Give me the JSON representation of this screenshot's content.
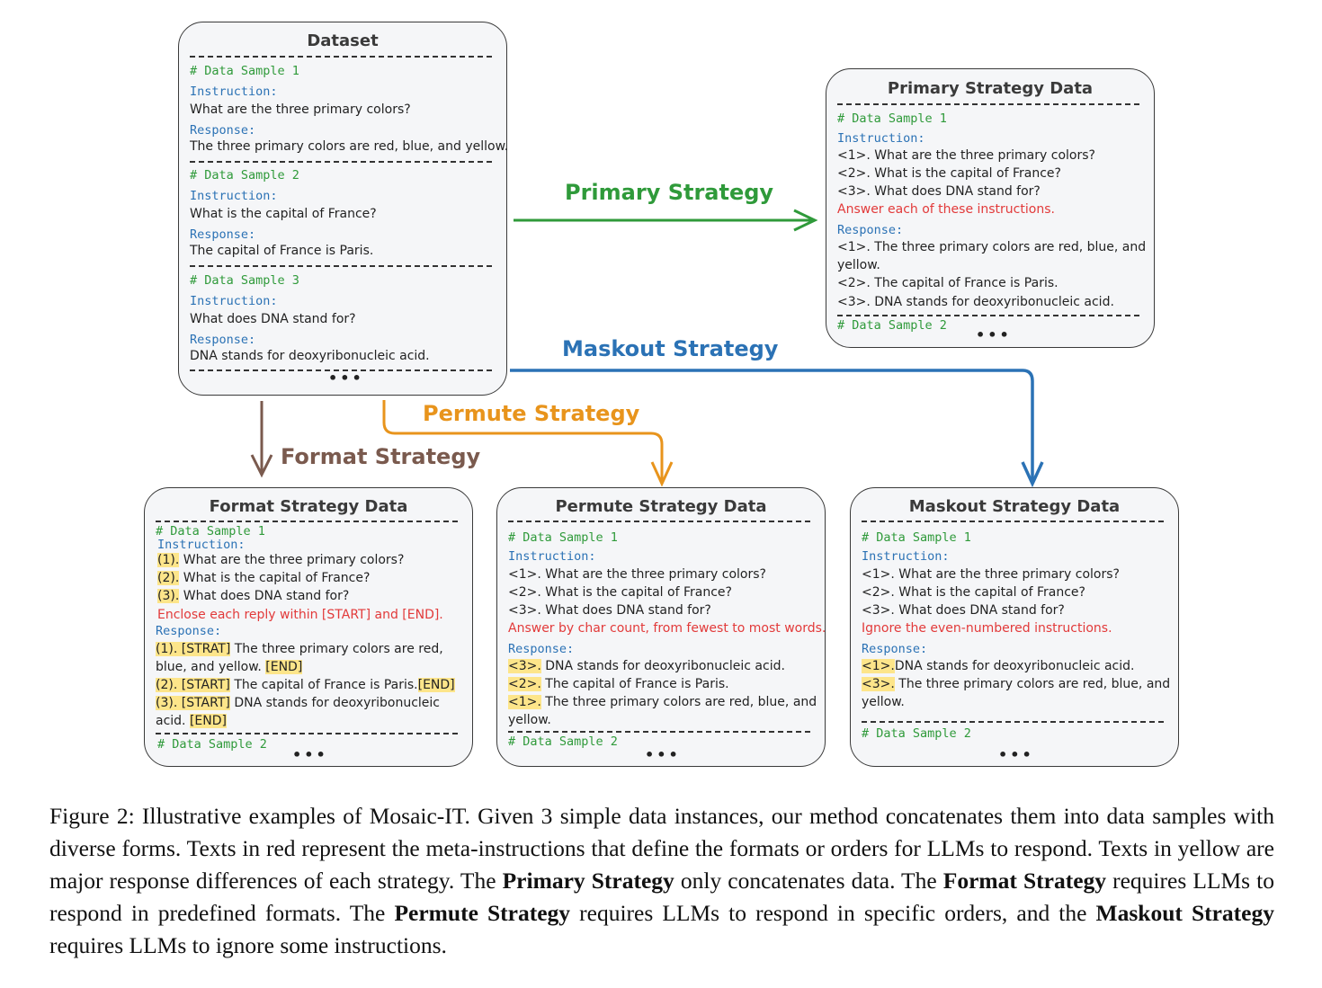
{
  "dataset": {
    "title": "Dataset",
    "samples": [
      {
        "tag": "# Data Sample 1",
        "instr_label": "Instruction:",
        "instr": "What are the three primary colors?",
        "resp_label": "Response:",
        "resp": "The three primary colors are red, blue, and yellow."
      },
      {
        "tag": "# Data Sample 2",
        "instr_label": "Instruction:",
        "instr": "What is the capital of France?",
        "resp_label": "Response:",
        "resp": "The capital of France is Paris."
      },
      {
        "tag": "# Data Sample 3",
        "instr_label": "Instruction:",
        "instr": "What does DNA stand for?",
        "resp_label": "Response:",
        "resp": "DNA stands for deoxyribonucleic acid."
      }
    ],
    "ellipsis": "•••"
  },
  "primary": {
    "title": "Primary Strategy Data",
    "tag1": "# Data Sample 1",
    "instr_label": "Instruction:",
    "instr": [
      "<1>. What are the three primary colors?",
      "<2>. What is the capital of France?",
      "<3>. What does DNA stand for?"
    ],
    "meta": "Answer each of these instructions.",
    "resp_label": "Response:",
    "resp": [
      "<1>. The three primary colors are red, blue, and",
      "yellow.",
      "<2>. The capital of France is Paris.",
      "<3>. DNA stands for deoxyribonucleic acid."
    ],
    "tag2": "# Data Sample 2",
    "ellipsis": "•••"
  },
  "format": {
    "title": "Format Strategy Data",
    "tag1": "# Data Sample 1",
    "instr_label": "Instruction:",
    "instr_prefix": [
      "(1).",
      "(2).",
      "(3)."
    ],
    "instr": [
      "What are the three primary colors?",
      "What is the capital of France?",
      "What does DNA stand for?"
    ],
    "meta": "Enclose each reply within [START] and [END].",
    "resp_label": "Response:",
    "r1_prefix": "(1). [STRAT]",
    "r1_text": "The three primary colors are red,",
    "r1b_text": "blue, and yellow.",
    "r1_end": "[END]",
    "r2_prefix": "(2). [START]",
    "r2_text": "The capital of France is Paris.",
    "r2_end": "[END]",
    "r3_prefix": "(3). [START]",
    "r3_text": "DNA stands for deoxyribonucleic",
    "r3b_text": "acid.",
    "r3_end": "[END]",
    "tag2": "# Data Sample 2",
    "ellipsis": "•••"
  },
  "permute": {
    "title": "Permute Strategy Data",
    "tag1": "# Data Sample 1",
    "instr_label": "Instruction:",
    "instr": [
      "<1>. What are the three primary colors?",
      "<2>. What is the capital of France?",
      "<3>. What does DNA stand for?"
    ],
    "meta": "Answer by char count, from fewest to most words.",
    "resp_label": "Response:",
    "resp_prefix": [
      "<3>.",
      "<2>.",
      "<1>."
    ],
    "resp": [
      "DNA stands for deoxyribonucleic acid.",
      "The capital of France is Paris.",
      "The three primary colors are red, blue, and"
    ],
    "resp_cont": "yellow.",
    "tag2": "# Data Sample 2",
    "ellipsis": "•••"
  },
  "maskout": {
    "title": "Maskout Strategy Data",
    "tag1": "# Data Sample 1",
    "instr_label": "Instruction:",
    "instr": [
      "<1>. What are the three primary colors?",
      "<2>. What is the capital of France?",
      "<3>. What does DNA stand for?"
    ],
    "meta": "Ignore the even-numbered instructions.",
    "resp_label": "Response:",
    "resp_prefix": [
      "<1>.",
      "<3>."
    ],
    "resp": [
      "DNA stands for deoxyribonucleic acid.",
      "The three primary colors are red, blue, and"
    ],
    "resp_cont": "yellow.",
    "tag2": "# Data Sample 2",
    "ellipsis": "•••"
  },
  "arrows": {
    "primary": "Primary Strategy",
    "maskout": "Maskout Strategy",
    "permute": "Permute Strategy",
    "format": "Format Strategy"
  },
  "colors": {
    "primary": "#2f9a3a",
    "maskout": "#2b72b5",
    "permute": "#e8941c",
    "format": "#7a5a4e",
    "meta": "#e23a3a",
    "highlight": "#fde58a"
  },
  "caption": {
    "p1": "Figure 2: Illustrative examples of Mosaic-IT. Given 3 simple data instances, our method concatenates them into data samples with diverse forms. Texts in red represent the meta-instructions that define the formats or orders for LLMs to respond. Texts in yellow are major response differences of each strategy. The ",
    "b1": "Primary Strategy",
    "p2": " only concatenates data. The ",
    "b2": "Format Strategy",
    "p3": " requires LLMs to respond in predefined formats. The ",
    "b3": "Permute Strategy",
    "p4": " requires LLMs to respond in specific orders, and the ",
    "b4": "Maskout Strategy",
    "p5": " requires LLMs to ignore some instructions."
  }
}
